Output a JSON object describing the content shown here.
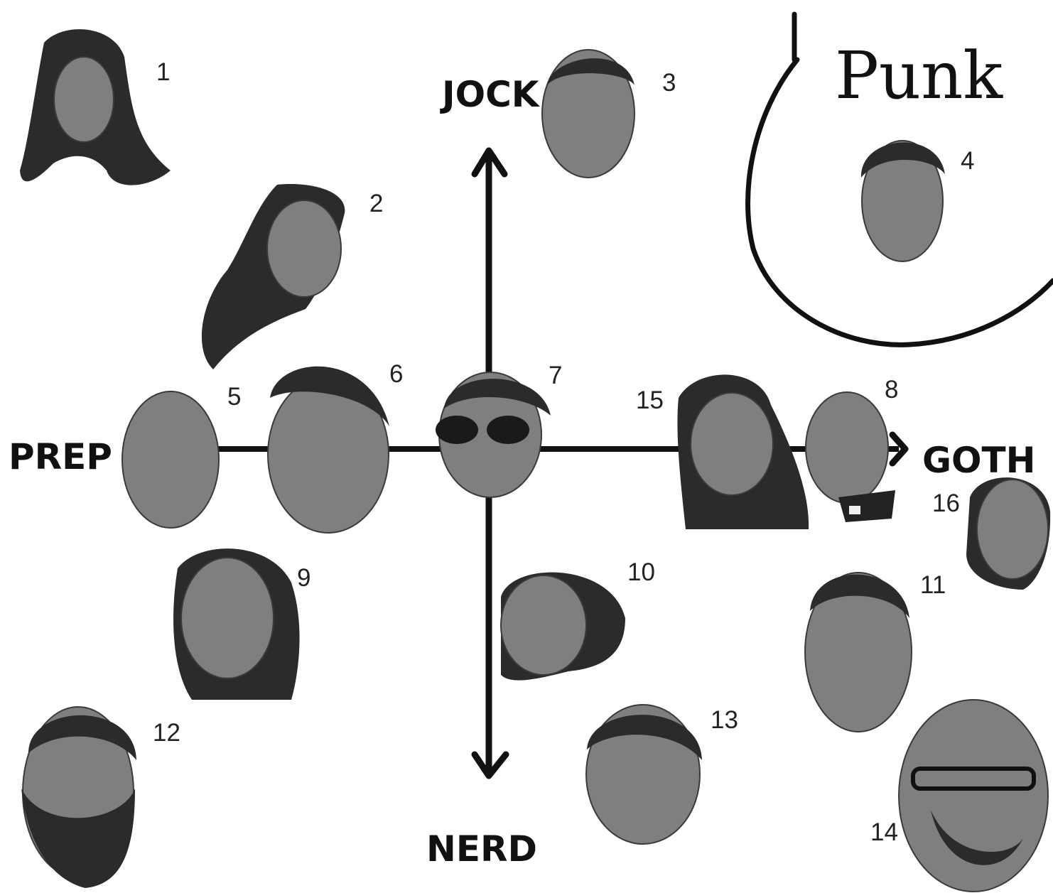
{
  "axes": {
    "top_label": "JOCK",
    "bottom_label": "NERD",
    "left_label": "PREP",
    "right_label": "GOTH"
  },
  "punk_label": "Punk",
  "people": [
    {
      "number": "1"
    },
    {
      "number": "2"
    },
    {
      "number": "3"
    },
    {
      "number": "4"
    },
    {
      "number": "5"
    },
    {
      "number": "6"
    },
    {
      "number": "7"
    },
    {
      "number": "8"
    },
    {
      "number": "9"
    },
    {
      "number": "10"
    },
    {
      "number": "11"
    },
    {
      "number": "12"
    },
    {
      "number": "13"
    },
    {
      "number": "14"
    },
    {
      "number": "15"
    },
    {
      "number": "16"
    }
  ],
  "colors": {
    "ink": "#111111",
    "photo_gray": "#7f7f7f"
  }
}
